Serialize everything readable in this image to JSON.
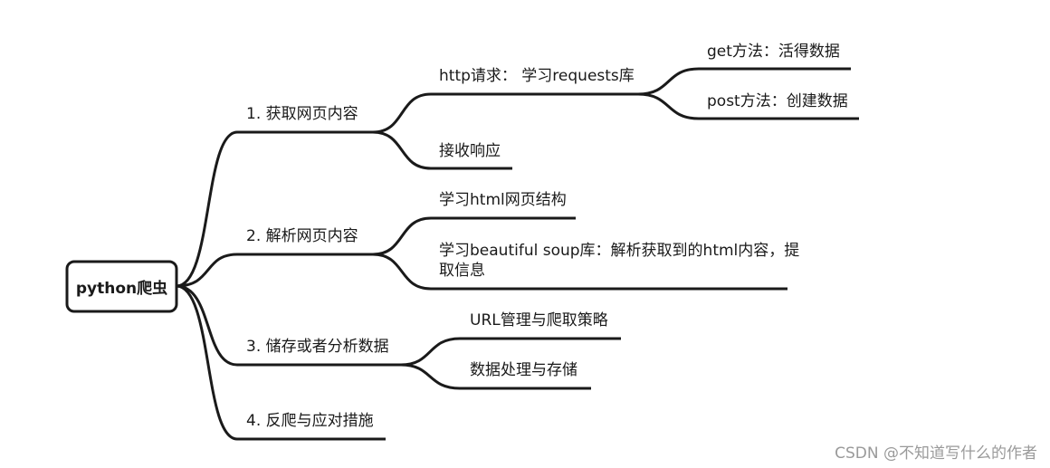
{
  "root": {
    "label": "python爬虫"
  },
  "branches": [
    {
      "label": "1. 获取网页内容",
      "children": [
        {
          "label": "http请求： 学习requests库",
          "children": [
            {
              "label": "get方法：活得数据"
            },
            {
              "label": "post方法：创建数据"
            }
          ]
        },
        {
          "label": "接收响应"
        }
      ]
    },
    {
      "label": "2. 解析网页内容",
      "children": [
        {
          "label": "学习html网页结构"
        },
        {
          "label": "学习beautiful soup库：解析获取到的html内容，提取信息"
        }
      ]
    },
    {
      "label": "3. 储存或者分析数据",
      "children": [
        {
          "label": "URL管理与爬取策略"
        },
        {
          "label": "数据处理与存储"
        }
      ]
    },
    {
      "label": "4. 反爬与应对措施"
    }
  ],
  "watermark": "CSDN @不知道写什么的作者"
}
